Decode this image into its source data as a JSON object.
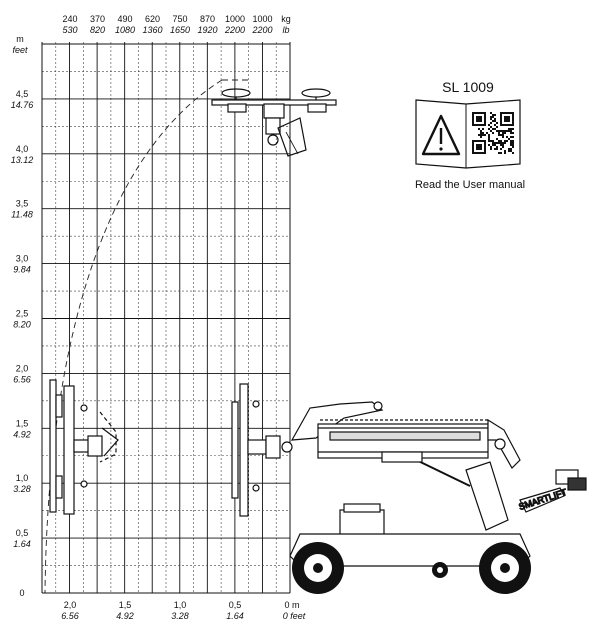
{
  "load_header": {
    "kg": [
      "240",
      "370",
      "490",
      "620",
      "750",
      "870",
      "1000",
      "1000"
    ],
    "lb": [
      "530",
      "820",
      "1080",
      "1360",
      "1650",
      "1920",
      "2200",
      "2200"
    ],
    "unit_kg": "kg",
    "unit_lb": "lb"
  },
  "y_axis": {
    "unit_m": "m",
    "unit_ft": "feet",
    "ticks": [
      {
        "m": "4,5",
        "ft": "14.76"
      },
      {
        "m": "4,0",
        "ft": "13.12"
      },
      {
        "m": "3,5",
        "ft": "11.48"
      },
      {
        "m": "3,0",
        "ft": "9.84"
      },
      {
        "m": "2,5",
        "ft": "8.20"
      },
      {
        "m": "2,0",
        "ft": "6.56"
      },
      {
        "m": "1,5",
        "ft": "4.92"
      },
      {
        "m": "1,0",
        "ft": "3.28"
      },
      {
        "m": "0,5",
        "ft": "1.64"
      }
    ],
    "zero": "0"
  },
  "x_axis": {
    "ticks": [
      {
        "m": "2,0",
        "ft": "6.56"
      },
      {
        "m": "1,5",
        "ft": "4.92"
      },
      {
        "m": "1,0",
        "ft": "3.28"
      },
      {
        "m": "0,5",
        "ft": "1.64"
      }
    ],
    "zero_m": "0 m",
    "zero_ft": "0 feet"
  },
  "manual_box": {
    "model": "SL 1009",
    "caption": "Read the User manual",
    "icons": [
      "warning-triangle-icon",
      "qr-code-icon"
    ]
  },
  "machine": {
    "brand": "SMARTLIFT"
  }
}
